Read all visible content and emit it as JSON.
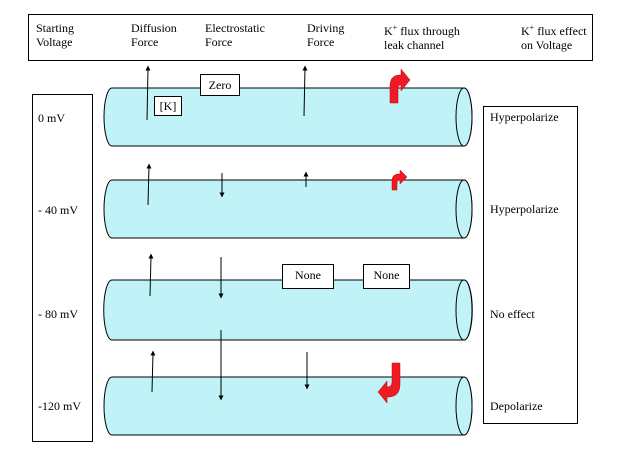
{
  "header": {
    "col1": [
      "Starting",
      "Voltage"
    ],
    "col2": [
      "Diffusion",
      "Force"
    ],
    "col3": [
      "Electrostatic",
      "Force"
    ],
    "col4": [
      "Driving",
      "Force"
    ],
    "col5": {
      "prefix": "K",
      "sup": "+",
      "line1_rest": " flux through",
      "line2": "leak channel"
    },
    "col6": {
      "prefix": "K",
      "sup": "+",
      "line1_rest": " flux effect",
      "line2": "on Voltage"
    }
  },
  "rows": [
    {
      "voltage": "0 mV",
      "effect": "Hyperpolarize"
    },
    {
      "voltage": "- 40 mV",
      "effect": "Hyperpolarize"
    },
    {
      "voltage": "- 80 mV",
      "effect": "No effect"
    },
    {
      "voltage": "-120 mV",
      "effect": "Depolarize"
    }
  ],
  "tags": {
    "zero": "Zero",
    "k_concentration": "[K]",
    "none_driving": "None",
    "none_flux": "None"
  },
  "colors": {
    "cylinder_fill": "#bff3f7",
    "flux_arrow": "#ee1b24"
  }
}
